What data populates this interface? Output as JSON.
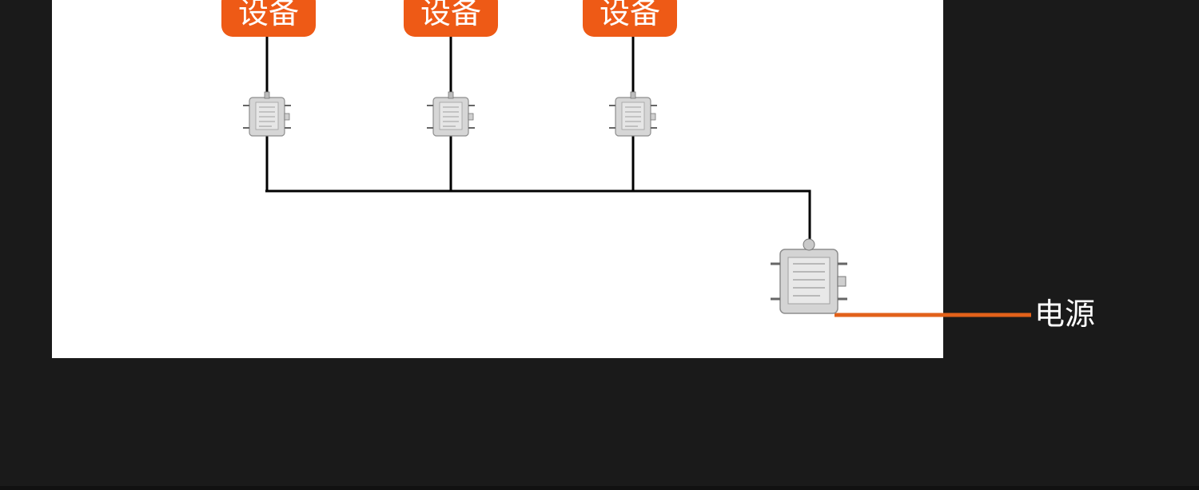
{
  "devices": [
    {
      "label": "设备"
    },
    {
      "label": "设备"
    },
    {
      "label": "设备"
    }
  ],
  "power_source": {
    "label": "电源"
  },
  "colors": {
    "background": "#1a1a1a",
    "panel": "#ffffff",
    "accent": "#ee5a16",
    "wire": "#000000",
    "filter_body": "#d9d9d9"
  }
}
